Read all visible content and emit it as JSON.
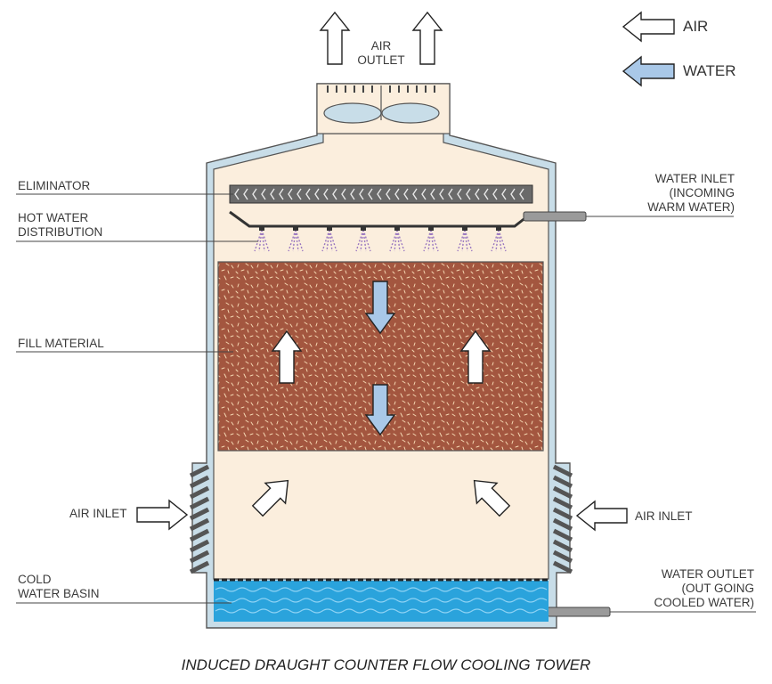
{
  "legend": {
    "air": "AIR",
    "water": "WATER"
  },
  "labels": {
    "air_outlet": [
      "AIR",
      "OUTLET"
    ],
    "eliminator": "ELIMINATOR",
    "hot_water_distribution": [
      "HOT WATER",
      "DISTRIBUTION"
    ],
    "fill_material": "FILL MATERIAL",
    "air_inlet_left": "AIR INLET",
    "air_inlet_right": "AIR INLET",
    "cold_water_basin": [
      "COLD",
      "WATER BASIN"
    ],
    "water_inlet": [
      "WATER INLET",
      "(INCOMING",
      "WARM WATER)"
    ],
    "water_outlet": [
      "WATER OUTLET",
      "(OUT GOING",
      "COOLED WATER)"
    ]
  },
  "caption": "INDUCED DRAUGHT COUNTER FLOW COOLING TOWER",
  "colors": {
    "tower_wall": "#c8dde8",
    "outline": "#555555",
    "interior": "#fbeedd",
    "fill": "#a0553f",
    "water_basin": "#2aa3dc",
    "water_arrow": "#a9c8e8",
    "spray": "#9a78c0"
  }
}
